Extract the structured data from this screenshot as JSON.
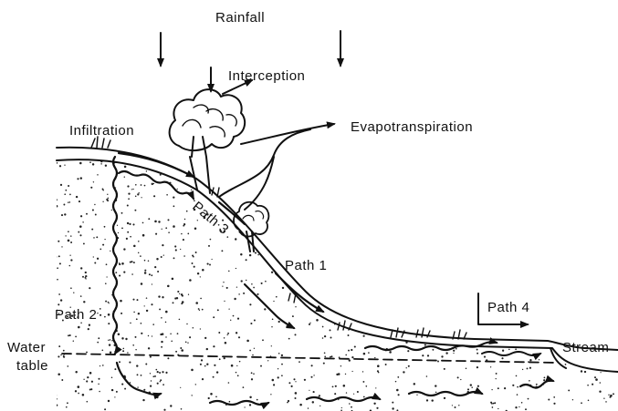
{
  "labels": {
    "rainfall": "Rainfall",
    "interception": "Interception",
    "evapotranspiration": "Evapotranspiration",
    "infiltration": "Infiltration",
    "path1": "Path 1",
    "path2": "Path 2",
    "path3": "Path 3",
    "path4": "Path 4",
    "water": "Water",
    "table": "table",
    "stream": "Stream"
  }
}
